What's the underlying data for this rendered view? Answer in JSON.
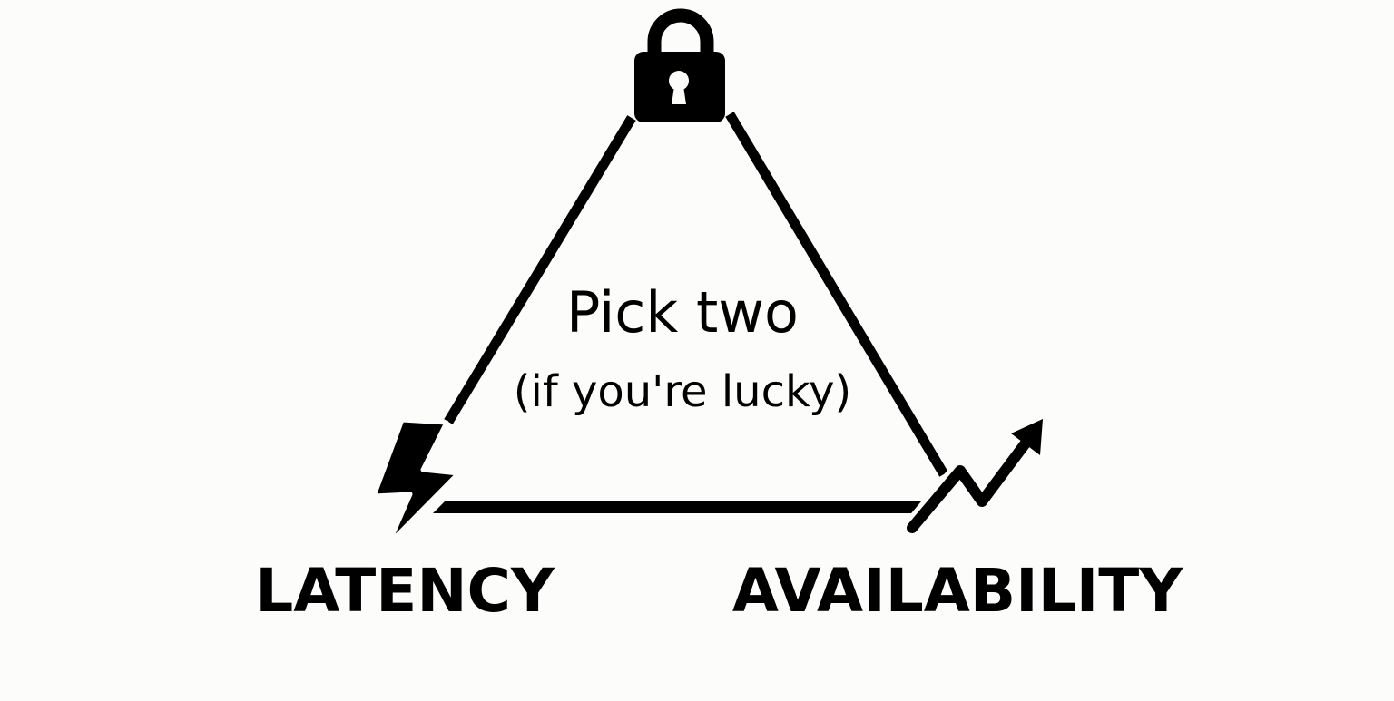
{
  "diagram": {
    "center": {
      "title": "Pick two",
      "subtitle": "(if you're lucky)"
    },
    "vertices": {
      "top": {
        "label": "",
        "icon": "lock-icon"
      },
      "left": {
        "label": "LATENCY",
        "icon": "lightning-bolt-icon"
      },
      "right": {
        "label": "AVAILABILITY",
        "icon": "trending-up-arrow-icon"
      }
    },
    "colors": {
      "ink": "#000000",
      "background": "#fcfcfa"
    }
  }
}
